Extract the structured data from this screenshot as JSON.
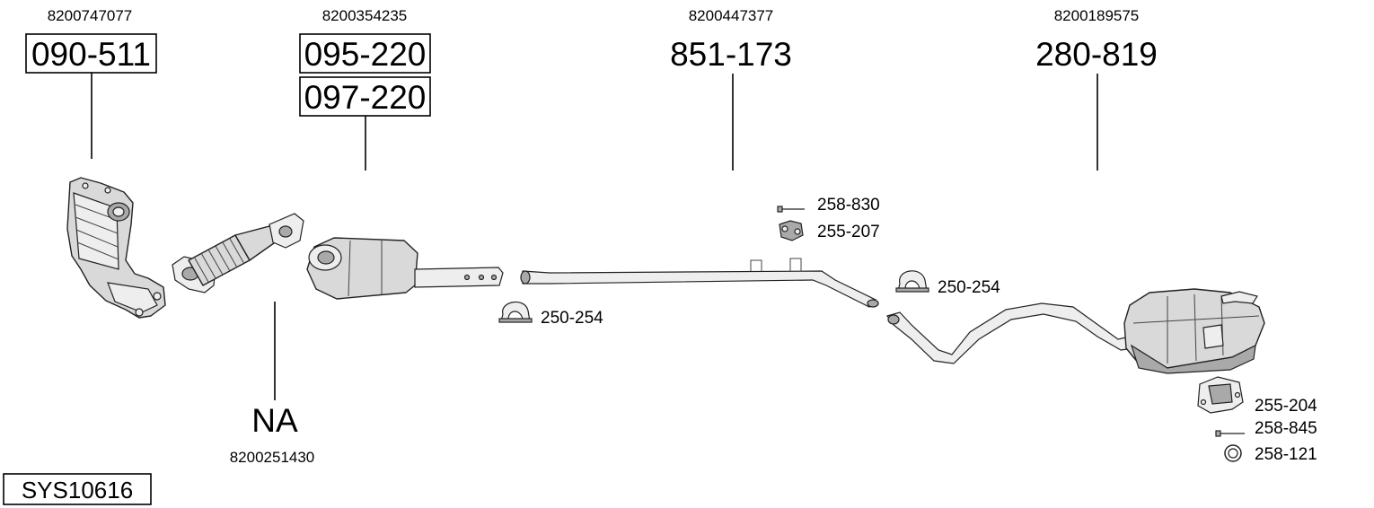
{
  "system_code": "SYS10616",
  "components": [
    {
      "oem": "8200747077",
      "part_numbers": [
        "090-511"
      ]
    },
    {
      "oem": "8200354235",
      "part_numbers": [
        "095-220",
        "097-220"
      ]
    },
    {
      "oem": "8200447377",
      "part_numbers": [
        "851-173"
      ]
    },
    {
      "oem": "8200189575",
      "part_numbers": [
        "280-819"
      ]
    },
    {
      "oem": "8200251430",
      "part_numbers": [
        "NA"
      ]
    }
  ],
  "hardware": [
    {
      "part_number": "258-830",
      "icon": "bolt-icon"
    },
    {
      "part_number": "255-207",
      "icon": "rubber-mount-icon"
    },
    {
      "part_number": "250-254",
      "icon": "clamp-icon"
    },
    {
      "part_number": "250-254",
      "icon": "clamp-icon"
    },
    {
      "part_number": "255-204",
      "icon": "bracket-icon"
    },
    {
      "part_number": "258-845",
      "icon": "bolt-icon"
    },
    {
      "part_number": "258-121",
      "icon": "gasket-ring-icon"
    }
  ]
}
